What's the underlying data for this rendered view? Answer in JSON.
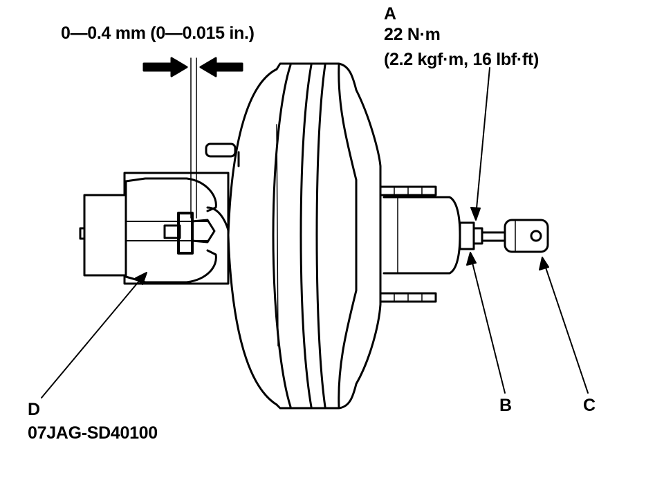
{
  "clearance": "0—0.4 mm (0—0.015 in.)",
  "callouts": {
    "A": {
      "letter": "A",
      "line1": "22 N·m",
      "line2": "(2.2 kgf·m, 16 lbf·ft)"
    },
    "B": {
      "letter": "B"
    },
    "C": {
      "letter": "C"
    },
    "D": {
      "letter": "D",
      "part_number": "07JAG-SD40100"
    }
  },
  "colors": {
    "ink": "#000000",
    "background": "#ffffff"
  }
}
